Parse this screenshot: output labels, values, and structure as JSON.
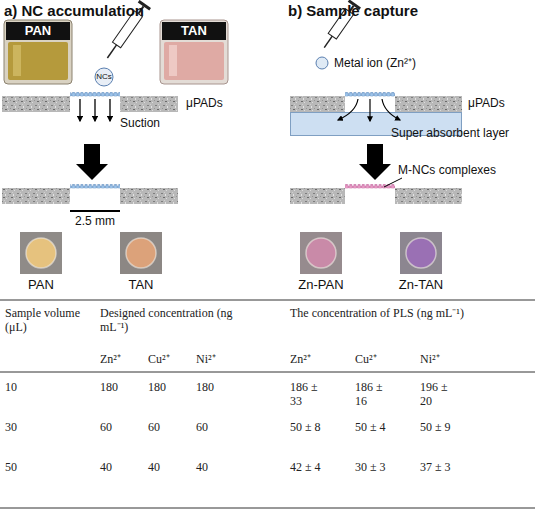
{
  "diagram": {
    "nodes": [
      {
        "text": [
          "PAN"
        ]
      },
      {
        "text": [
          "TAN"
        ]
      },
      {
        "text": [
          "μPADs"
        ]
      },
      {
        "text": [
          "μPADs"
        ]
      },
      {
        "text": [
          "Super absorbent layer"
        ]
      },
      {
        "text": [
          "PAN"
        ]
      },
      {
        "text": [
          "TAN"
        ]
      },
      {
        "text": [
          "Zn-PAN"
        ]
      },
      {
        "text": [
          "Zn-TAN"
        ]
      }
    ],
    "labels": [
      "a) NC accumulation",
      "b) Sample capture",
      "NCs",
      "Metal ion (Zn²⁺)",
      "Suction",
      "M-NCs complexes",
      "2.5 mm",
      "Sample volume (μL)",
      "Designed concentration (ng mL⁻¹)",
      "The concentration of PLS (ng mL⁻¹)",
      "Zn²⁺",
      "Cu²⁺",
      "Ni²⁺",
      "Zn²⁺",
      "Cu²⁺",
      "Ni²⁺",
      "10",
      "180",
      "180",
      "180",
      "186 ± 33",
      "186 ± 16",
      "196 ± 20",
      "30",
      "60",
      "60",
      "60",
      "50 ± 8",
      "50 ± 4",
      "50 ± 9",
      "50",
      "40",
      "40",
      "40",
      "42 ± 4",
      "30 ± 3",
      "37 ± 3"
    ]
  }
}
